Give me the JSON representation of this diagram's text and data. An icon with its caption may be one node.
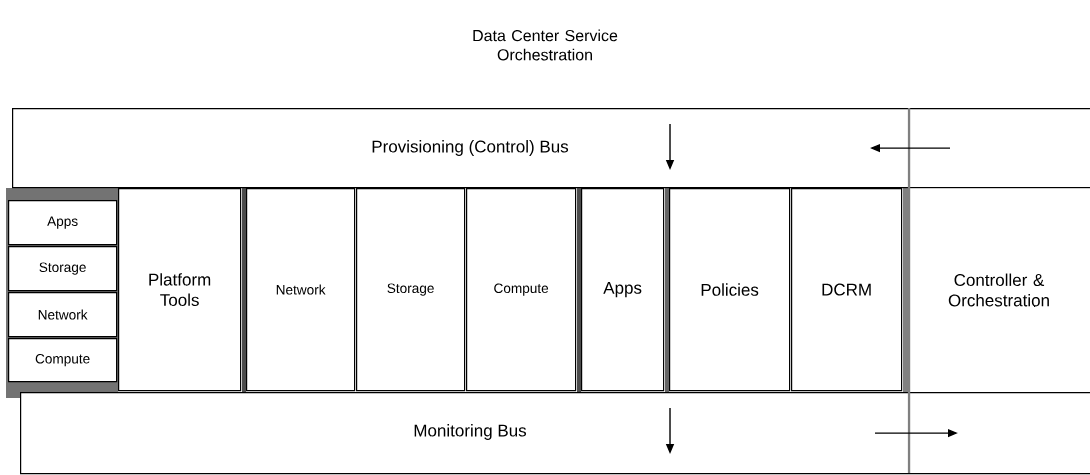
{
  "diagram": {
    "title": "Data Center Service Orchestration",
    "nodes": [
      {
        "text": [
          "Provisioning (Control) Bus"
        ]
      },
      {
        "text": [
          "Apps"
        ]
      },
      {
        "text": [
          "Storage"
        ]
      },
      {
        "text": [
          "Network"
        ]
      },
      {
        "text": [
          "Compute"
        ]
      },
      {
        "text": [
          "Platform Tools"
        ]
      },
      {
        "text": [
          "Network"
        ]
      },
      {
        "text": [
          "Storage"
        ]
      },
      {
        "text": [
          "Compute"
        ]
      },
      {
        "text": [
          "Apps"
        ]
      },
      {
        "text": [
          "Policies"
        ]
      },
      {
        "text": [
          "DCRM"
        ]
      },
      {
        "text": [
          "Monitoring Bus"
        ]
      },
      {
        "text": [
          "Controller & Orchestration"
        ]
      }
    ],
    "edges": [
      {
        "from": 13,
        "to": 0,
        "arrow": "to"
      },
      {
        "from": 12,
        "to": 13,
        "arrow": "to"
      }
    ]
  }
}
